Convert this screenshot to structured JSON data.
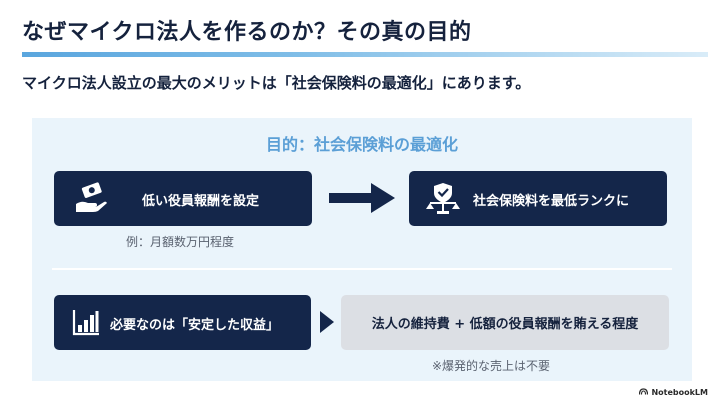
{
  "slide": {
    "title": "なぜマイクロ法人を作るのか？その真の目的",
    "subtitle": "マイクロ法人設立の最大のメリットは「社会保険料の最適化」にあります。"
  },
  "panel": {
    "goal": "目的：社会保険料の最適化",
    "step1_label": "低い役員報酬を設定",
    "step1_note": "例：月額数万円程度",
    "step2_label": "社会保険料を最低ランクに",
    "step3_label": "必要なのは「安定した収益」",
    "step4_label": "法人の維持費 + 低額の役員報酬を賄える程度",
    "step4_note": "※爆発的な売上は不要"
  },
  "footer": {
    "brand": "NotebookLM"
  },
  "colors": {
    "navy": "#14264a",
    "accent": "#5b9fd6",
    "panel_bg": "#eaf4fb",
    "gray_box": "#dcdfe4"
  },
  "icons": [
    "money-hand-icon",
    "shield-scale-icon",
    "bar-chart-icon",
    "arrow-right-icon",
    "chevron-right-icon",
    "notebook-logo-icon"
  ]
}
